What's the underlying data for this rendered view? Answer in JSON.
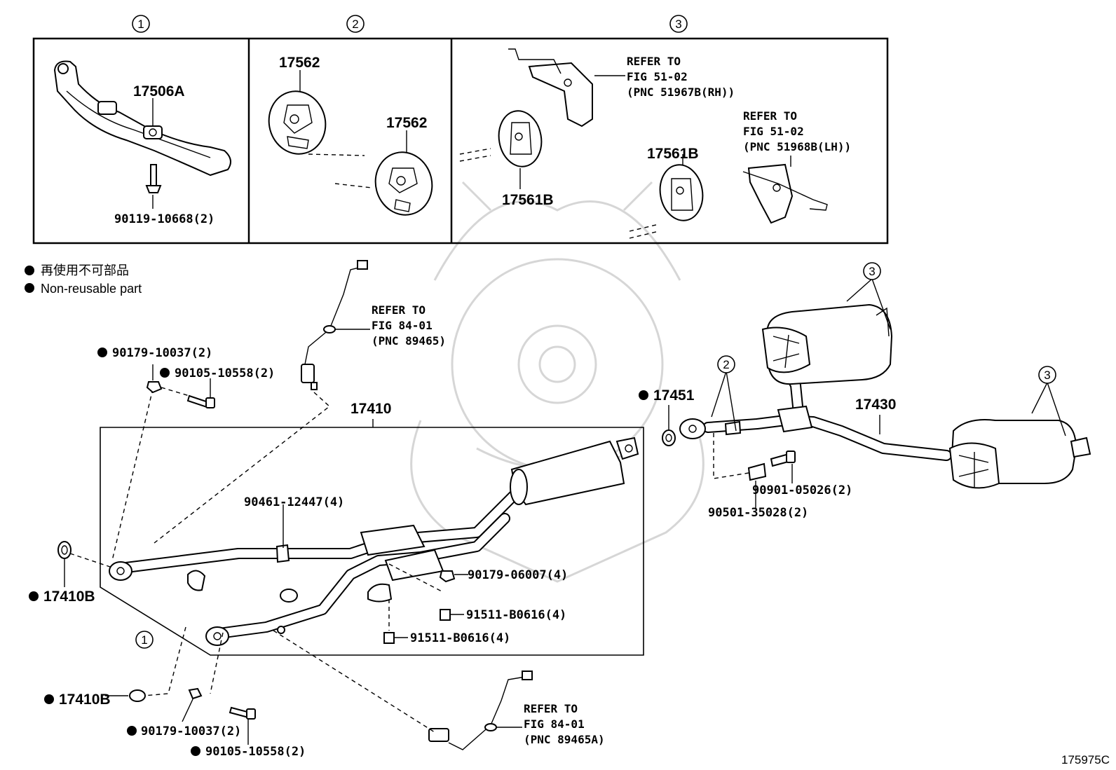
{
  "boxes": {
    "box1": {
      "num": "1",
      "labels": {
        "bracket": "17506A",
        "bolt": "90119-10668(2)"
      }
    },
    "box2": {
      "num": "2",
      "labels": {
        "hanger_a": "17562",
        "hanger_b": "17562"
      }
    },
    "box3": {
      "num": "3",
      "labels": {
        "hanger_a": "17561B",
        "hanger_b": "17561B"
      },
      "refs": [
        {
          "line1": "REFER TO",
          "line2": "FIG 51-02",
          "line3": "(PNC 51967B(RH))"
        },
        {
          "line1": "REFER TO",
          "line2": "FIG 51-02",
          "line3": "(PNC 51968B(LH))"
        }
      ]
    }
  },
  "legend": {
    "jp": "再使用不可部品",
    "en": "Non-reusable part"
  },
  "sensor_refs": [
    {
      "line1": "REFER TO",
      "line2": "FIG 84-01",
      "line3": "(PNC 89465)"
    },
    {
      "line1": "REFER TO",
      "line2": "FIG 84-01",
      "line3": "(PNC 89465A)"
    }
  ],
  "callouts": {
    "front_pipe": "17410",
    "center_pipe": "17430",
    "gasket_front": "17451",
    "gasket_upper_left": "17410B",
    "gasket_lower_left": "17410B",
    "nut_upper_left": "90179-10037(2)",
    "bolt_upper_left": "90105-10558(2)",
    "nut_lower_left": "90179-10037(2)",
    "bolt_lower_left": "90105-10558(2)",
    "clamp": "90461-12447(4)",
    "nut_mid": "90179-06007(4)",
    "bolt_mid_a": "91511-B0616(4)",
    "bolt_mid_b": "91511-B0616(4)",
    "bolt_rear": "90901-05026(2)",
    "spring": "90501-35028(2)",
    "circle_1": "1",
    "circle_2": "2",
    "circle_3a": "3",
    "circle_3b": "3"
  },
  "figure_code": "175975C"
}
